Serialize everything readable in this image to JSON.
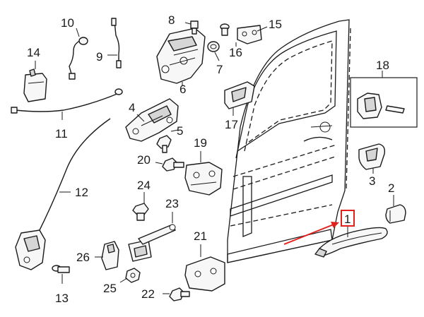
{
  "callouts": {
    "c1": "1",
    "c2": "2",
    "c3": "3",
    "c4": "4",
    "c5": "5",
    "c6": "6",
    "c7": "7",
    "c8": "8",
    "c9": "9",
    "c10": "10",
    "c11": "11",
    "c12": "12",
    "c13": "13",
    "c14": "14",
    "c15": "15",
    "c16": "16",
    "c17": "17",
    "c18": "18",
    "c19": "19",
    "c20": "20",
    "c21": "21",
    "c22": "22",
    "c23": "23",
    "c24": "24",
    "c25": "25",
    "c26": "26"
  },
  "highlight": {
    "part": "1",
    "color": "#e0201b"
  },
  "colors": {
    "line": "#1a1a1a",
    "accent": "#e0201b"
  }
}
